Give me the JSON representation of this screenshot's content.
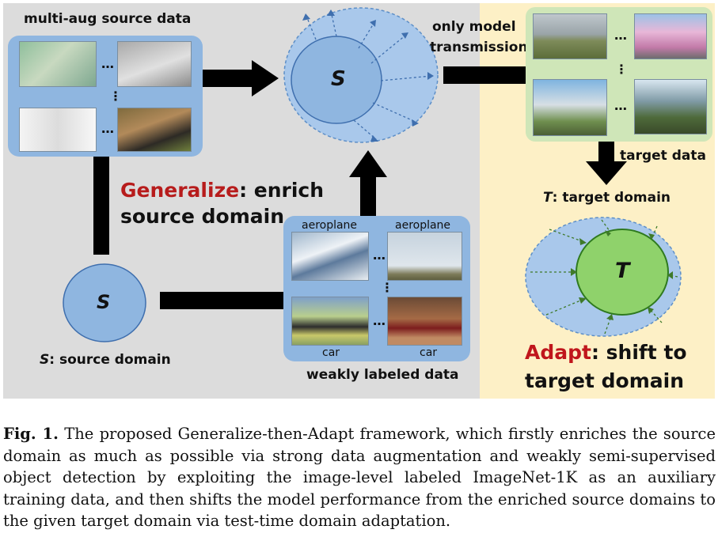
{
  "figure": {
    "multi_aug": {
      "title": "multi-aug source data",
      "row_dots": "…",
      "col_dots": "⋮"
    },
    "enriched_source": {
      "symbol": "S"
    },
    "transmission": {
      "label_line1": "only model",
      "label_line2": "transmission"
    },
    "target_data": {
      "label": "target data",
      "row_dots": "…",
      "col_dots": "⋮"
    },
    "target_domain": {
      "label_symbol": "T",
      "label_rest": ": target domain",
      "symbol": "T"
    },
    "generalize": {
      "keyword": "Generalize",
      "rest_line1": ": enrich",
      "line2": "source domain"
    },
    "source_domain": {
      "symbol": "S",
      "label_symbol": "S",
      "label_rest": ": source domain"
    },
    "weakly_labeled": {
      "title": "weakly labeled data",
      "labels": [
        "aeroplane",
        "aeroplane",
        "car",
        "car"
      ],
      "row_dots": "…",
      "col_dots": "⋮"
    },
    "adapt": {
      "keyword": "Adapt",
      "rest_line1": ": shift to",
      "line2": "target domain"
    }
  },
  "caption": {
    "label": "Fig. 1.",
    "text": "The proposed Generalize-then-Adapt framework, which firstly enriches the source domain as much as possible via strong data augmentation and weakly semi-supervised object detection by exploiting the image-level labeled ImageNet-1K as an auxiliary training data, and then shifts the model performance from the enriched source domains to the given target domain via test-time domain adaptation."
  },
  "colors": {
    "left_panel": "#dcdcdc",
    "right_panel": "#fdf0c6",
    "card_blue": "#8fb6e0",
    "ellipse_blue": "#a9c8eb",
    "target_green_card": "#cfe6b8",
    "target_circle_green": "#8fd26b",
    "generalize_red": "#b71c1c",
    "adapt_red": "#c0161c"
  }
}
